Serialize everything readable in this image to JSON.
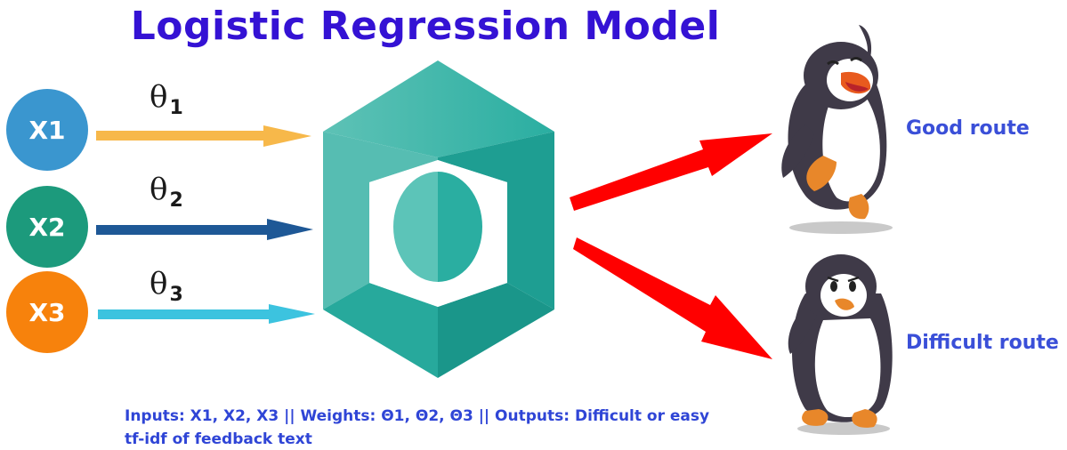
{
  "title": "Logistic Regression Model",
  "inputs": [
    {
      "label": "X1",
      "color": "#3a96cf"
    },
    {
      "label": "X2",
      "color": "#1c9a7c"
    },
    {
      "label": "X3",
      "color": "#f7820c"
    }
  ],
  "weights": [
    {
      "symbol": "θ",
      "sub": "1"
    },
    {
      "symbol": "θ",
      "sub": "2"
    },
    {
      "symbol": "θ",
      "sub": "3"
    }
  ],
  "arrow_colors": {
    "input1": "#f7b84a",
    "input2": "#1e5896",
    "input3": "#3cc3df",
    "output": "#ff0000"
  },
  "node_colors": {
    "hexagon_dark": "#1fa59a",
    "hexagon_light": "#5cc4b8",
    "hexagon_mid": "#30b0a4"
  },
  "outputs": [
    {
      "label": "Good route"
    },
    {
      "label": "Difficult route"
    }
  ],
  "caption": {
    "line1": "Inputs:  X1, X2, X3 || Weights:  Θ1, Θ2, Θ3 || Outputs: Difficult or easy",
    "line2": "tf-idf of feedback text"
  }
}
